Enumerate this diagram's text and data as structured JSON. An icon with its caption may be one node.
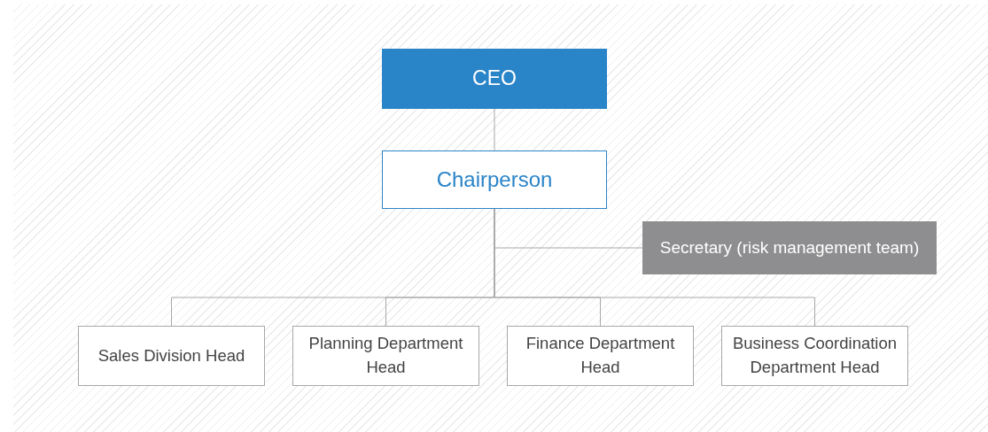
{
  "diagram": {
    "nodes": [
      {
        "text": [
          "CEO"
        ]
      },
      {
        "text": [
          "Chairperson"
        ]
      },
      {
        "text": [
          "Secretary (risk management team)"
        ]
      },
      {
        "text": [
          "Sales Division Head"
        ]
      },
      {
        "text": [
          "Planning Department Head"
        ]
      },
      {
        "text": [
          "Finance Department Head"
        ]
      },
      {
        "text": [
          "Business Coordination Department Head"
        ]
      }
    ],
    "edges": [
      {
        "from": 0,
        "to": 1,
        "arrow": "none"
      },
      {
        "from": 1,
        "to": 2,
        "arrow": "none"
      },
      {
        "from": 1,
        "to": 3,
        "arrow": "none"
      },
      {
        "from": 1,
        "to": 4,
        "arrow": "none"
      },
      {
        "from": 1,
        "to": 5,
        "arrow": "none"
      },
      {
        "from": 1,
        "to": 6,
        "arrow": "none"
      }
    ]
  }
}
